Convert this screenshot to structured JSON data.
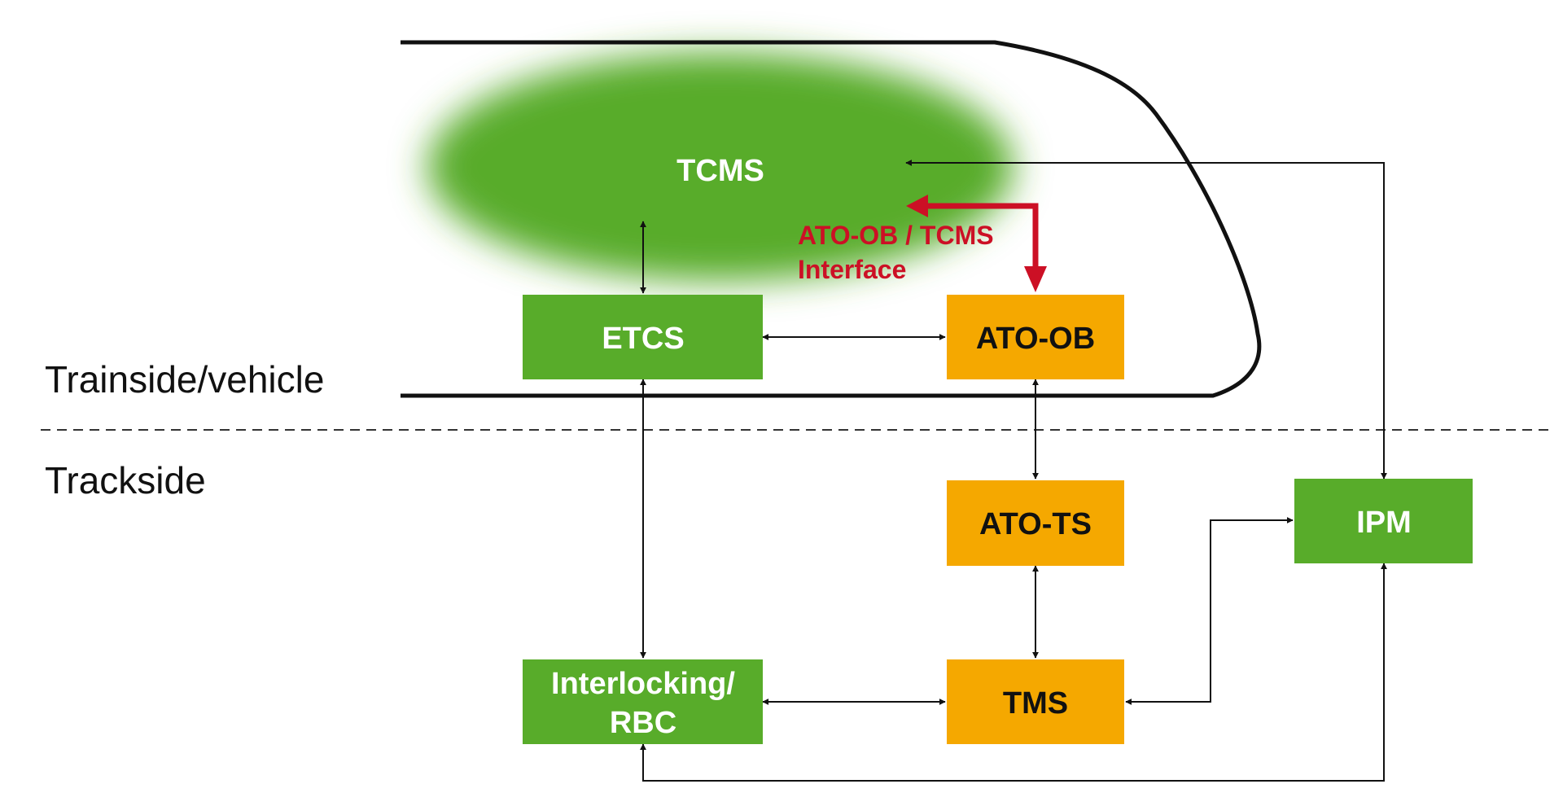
{
  "colors": {
    "green": "#58AC2A",
    "orange": "#F5A800",
    "red": "#CC1025",
    "line": "#111111",
    "text_dark": "#111111",
    "text_light": "#FFFFFF"
  },
  "zones": {
    "train": "Trainside/vehicle",
    "track": "Trackside"
  },
  "tcms": {
    "label": "TCMS"
  },
  "interface": {
    "line1": "ATO-OB / TCMS",
    "line2": "Interface"
  },
  "nodes": {
    "etcs": {
      "label": "ETCS",
      "color": "green"
    },
    "ato_ob": {
      "label": "ATO-OB",
      "color": "orange"
    },
    "ato_ts": {
      "label": "ATO-TS",
      "color": "orange"
    },
    "ipm": {
      "label": "IPM",
      "color": "green"
    },
    "interlocking": {
      "line1": "Interlocking/",
      "line2": "RBC",
      "color": "green"
    },
    "tms": {
      "label": "TMS",
      "color": "orange"
    }
  },
  "connections": [
    {
      "from": "TCMS",
      "to": "ETCS"
    },
    {
      "from": "ETCS",
      "to": "ATO-OB"
    },
    {
      "from": "TCMS",
      "to": "ATO-OB",
      "label": "ATO-OB / TCMS Interface"
    },
    {
      "from": "TCMS",
      "to": "IPM"
    },
    {
      "from": "ETCS",
      "to": "Interlocking/RBC"
    },
    {
      "from": "ATO-OB",
      "to": "ATO-TS"
    },
    {
      "from": "ATO-TS",
      "to": "TMS"
    },
    {
      "from": "Interlocking/RBC",
      "to": "TMS"
    },
    {
      "from": "TMS",
      "to": "IPM"
    },
    {
      "from": "IPM",
      "to": "Interlocking/RBC"
    }
  ]
}
